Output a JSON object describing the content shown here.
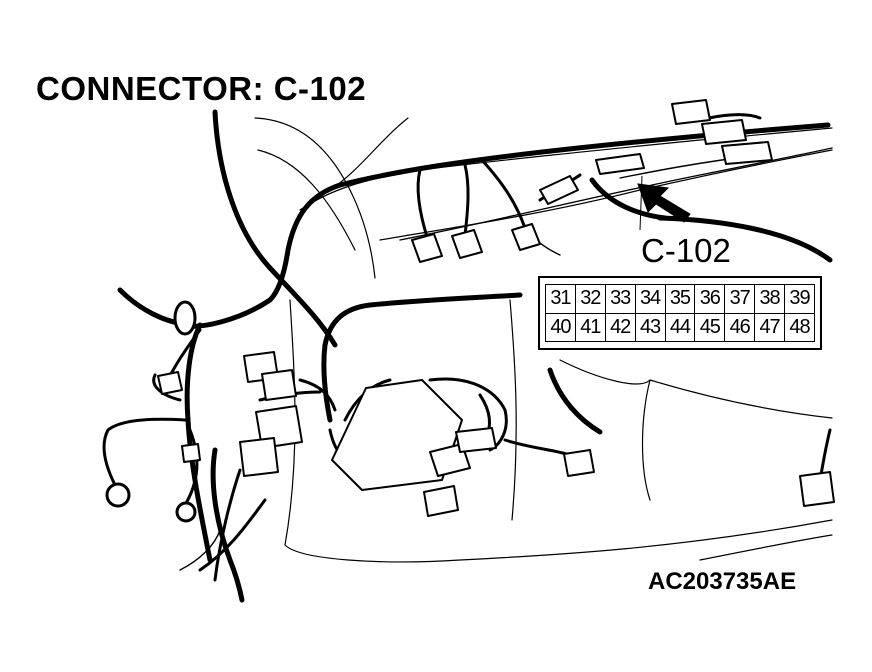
{
  "title": "CONNECTOR: C-102",
  "callout_label": "C-102",
  "pins": {
    "row1": [
      "31",
      "32",
      "33",
      "34",
      "35",
      "36",
      "37",
      "38",
      "39"
    ],
    "row2": [
      "40",
      "41",
      "42",
      "43",
      "44",
      "45",
      "46",
      "47",
      "48"
    ]
  },
  "figure_id": "AC203735AE"
}
